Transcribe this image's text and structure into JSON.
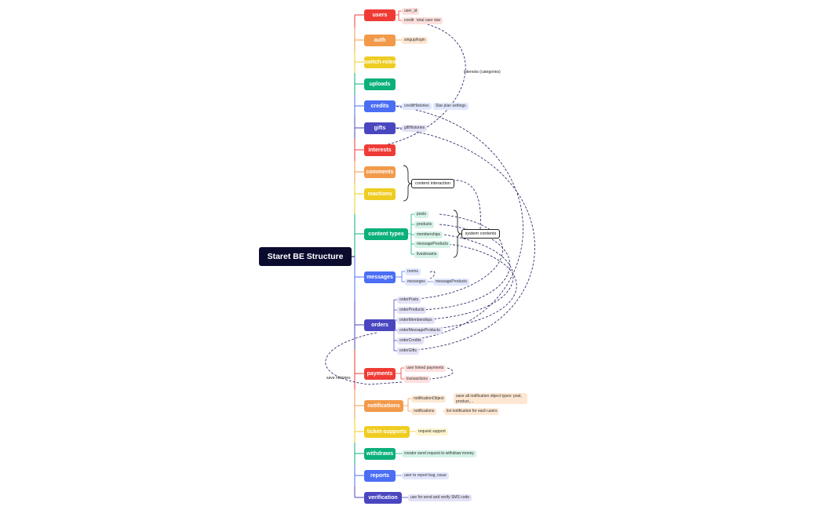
{
  "root": {
    "label": "Staret BE Structure"
  },
  "colors": {
    "red": "#ef3b35",
    "orange": "#f29a4a",
    "yellow": "#efcc21",
    "green": "#0bb07b",
    "blue": "#4b6ef5",
    "indigo": "#4a46c0",
    "navy": "#0b0b2e"
  },
  "categories": [
    {
      "id": "users",
      "label": "users",
      "color": "red",
      "children": [
        {
          "label": "user_id"
        },
        {
          "label": "credit",
          "leaf": "total user star"
        }
      ]
    },
    {
      "id": "auth",
      "label": "auth",
      "color": "orange",
      "children": [
        {
          "label": "singup/login"
        }
      ]
    },
    {
      "id": "switch-roles",
      "label": "switch-roles",
      "color": "yellow",
      "children": []
    },
    {
      "id": "uploads",
      "label": "uploads",
      "color": "green",
      "children": []
    },
    {
      "id": "credits",
      "label": "credits",
      "color": "blue",
      "children": [
        {
          "label": "creditHistories",
          "leaf": "Star plan settings"
        }
      ]
    },
    {
      "id": "gifts",
      "label": "gifts",
      "color": "indigo",
      "children": [
        {
          "label": "giftHistories"
        }
      ]
    },
    {
      "id": "interests",
      "label": "interests",
      "color": "red",
      "children": []
    },
    {
      "id": "comments",
      "label": "comments",
      "color": "orange",
      "children": []
    },
    {
      "id": "reactions",
      "label": "reactions",
      "color": "yellow",
      "children": []
    },
    {
      "id": "content-types",
      "label": "content types",
      "color": "green",
      "children": [
        {
          "label": "posts"
        },
        {
          "label": "products"
        },
        {
          "label": "memberships"
        },
        {
          "label": "messageProducts"
        },
        {
          "label": "livestreams"
        }
      ]
    },
    {
      "id": "messages",
      "label": "messages",
      "color": "blue",
      "children": [
        {
          "label": "rooms"
        },
        {
          "label": "messeges",
          "leaf": "messageProducts"
        }
      ]
    },
    {
      "id": "orders",
      "label": "orders",
      "color": "indigo",
      "children": [
        {
          "label": "orderPosts"
        },
        {
          "label": "orderProducts"
        },
        {
          "label": "orderMemberships"
        },
        {
          "label": "orderMessageProducts"
        },
        {
          "label": "orderCredits"
        },
        {
          "label": "orderGifts"
        }
      ]
    },
    {
      "id": "payments",
      "label": "payments",
      "color": "red",
      "children": [
        {
          "label": "user linked payments"
        },
        {
          "label": "transactions"
        }
      ]
    },
    {
      "id": "notifications",
      "label": "notifications",
      "color": "orange",
      "children": [
        {
          "label": "notificationObject",
          "leaf": "save all notification object types: post, product,..."
        },
        {
          "label": "notifications",
          "leaf": "list notification for each users"
        }
      ]
    },
    {
      "id": "ticket-supports",
      "label": "ticket-supports",
      "color": "yellow",
      "children": [
        {
          "label": "request support"
        }
      ]
    },
    {
      "id": "withdraws",
      "label": "withdraws",
      "color": "green",
      "children": [
        {
          "label": "creator send request to withdraw money"
        }
      ]
    },
    {
      "id": "reports",
      "label": "reports",
      "color": "blue",
      "children": [
        {
          "label": "user to report bug, issue"
        }
      ]
    },
    {
      "id": "verification",
      "label": "verification",
      "color": "indigo",
      "children": [
        {
          "label": "use for send and verify SMS code"
        }
      ]
    }
  ],
  "groups": {
    "content_interaction": "content interaction",
    "system_contents": "system contents"
  },
  "annotations": {
    "interests_link": "interests (categories)",
    "save_histories": "save histories"
  }
}
